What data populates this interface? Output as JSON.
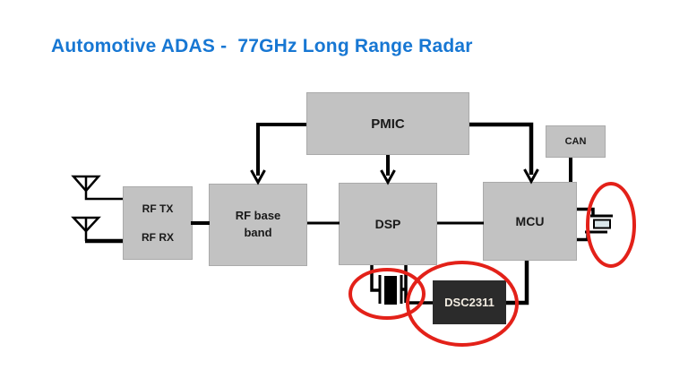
{
  "title": "Automotive ADAS -  77GHz Long Range Radar",
  "colors": {
    "title_blue": "#1777d3",
    "block_fill": "#c2c2c2",
    "block_border": "#aaaaaa",
    "label_text": "#1a1a1a",
    "chip_fill": "#2b2b2b",
    "chip_text": "#f2ece1",
    "line_black": "#000000",
    "highlight_red": "#e32119",
    "crystal_fill": "#d9e6ea"
  },
  "blocks": {
    "pmic": {
      "label": "PMIC"
    },
    "can": {
      "label": "CAN"
    },
    "rf_tx": {
      "label": "RF TX"
    },
    "rf_rx": {
      "label": "RF RX"
    },
    "rf_baseband": {
      "label": "RF base band"
    },
    "dsp": {
      "label": "DSP"
    },
    "mcu": {
      "label": "MCU"
    },
    "dsc2311": {
      "label": "DSC2311"
    }
  },
  "icons": {
    "antenna_top": "antenna-icon",
    "antenna_bottom": "antenna-icon",
    "dsp_crystal": "crystal-oscillator-icon",
    "mcu_crystal": "crystal-oscillator-icon",
    "highlights": [
      "highlight-ellipse",
      "highlight-ellipse",
      "highlight-ellipse"
    ]
  }
}
